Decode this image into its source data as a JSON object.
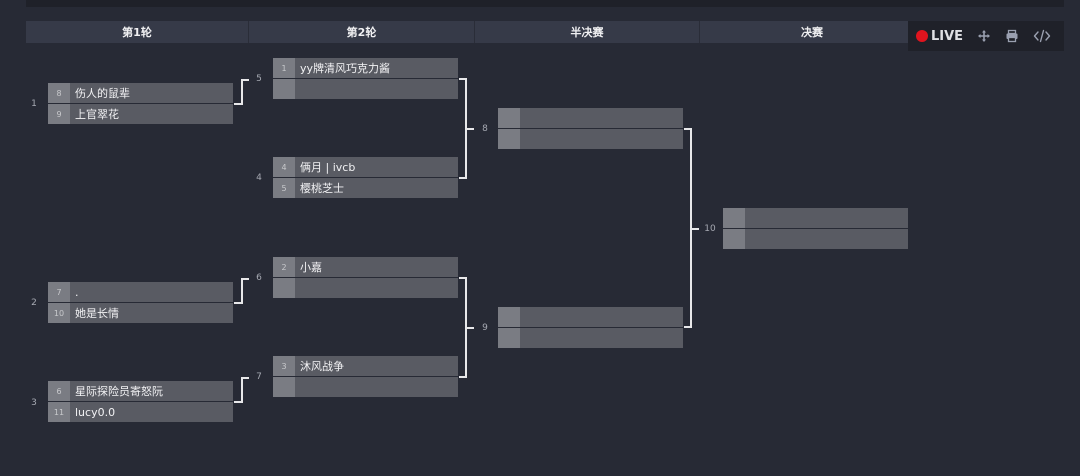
{
  "rounds": [
    "第1轮",
    "第2轮",
    "半决赛",
    "决赛"
  ],
  "toolbar": {
    "live_label": "LIVE",
    "live_color": "#e0141e",
    "icons": [
      "move-icon",
      "print-icon",
      "embed-code-icon"
    ]
  },
  "matches": {
    "m1": {
      "number": "1",
      "p1_seed": "8",
      "p1_name": "伤人的鼠辈",
      "p2_seed": "9",
      "p2_name": "上官翠花"
    },
    "m2": {
      "number": "2",
      "p1_seed": "7",
      "p1_name": ".",
      "p2_seed": "10",
      "p2_name": "她是长情"
    },
    "m3": {
      "number": "3",
      "p1_seed": "6",
      "p1_name": "星际探险员寄怒阮",
      "p2_seed": "11",
      "p2_name": "lucy0.0"
    },
    "m4": {
      "number": "4",
      "p1_seed": "4",
      "p1_name": "俩月 | ivcb",
      "p2_seed": "5",
      "p2_name": "樱桃芝士"
    },
    "m5": {
      "number": "5",
      "p1_seed": "1",
      "p1_name": "yy牌清风巧克力酱",
      "p2_seed": "",
      "p2_name": ""
    },
    "m6": {
      "number": "6",
      "p1_seed": "2",
      "p1_name": "小嘉",
      "p2_seed": "",
      "p2_name": ""
    },
    "m7": {
      "number": "7",
      "p1_seed": "3",
      "p1_name": "沐风战争",
      "p2_seed": "",
      "p2_name": ""
    },
    "m8": {
      "number": "8",
      "p1_seed": "",
      "p1_name": "",
      "p2_seed": "",
      "p2_name": ""
    },
    "m9": {
      "number": "9",
      "p1_seed": "",
      "p1_name": "",
      "p2_seed": "",
      "p2_name": ""
    },
    "m10": {
      "number": "10",
      "p1_seed": "",
      "p1_name": "",
      "p2_seed": "",
      "p2_name": ""
    }
  }
}
